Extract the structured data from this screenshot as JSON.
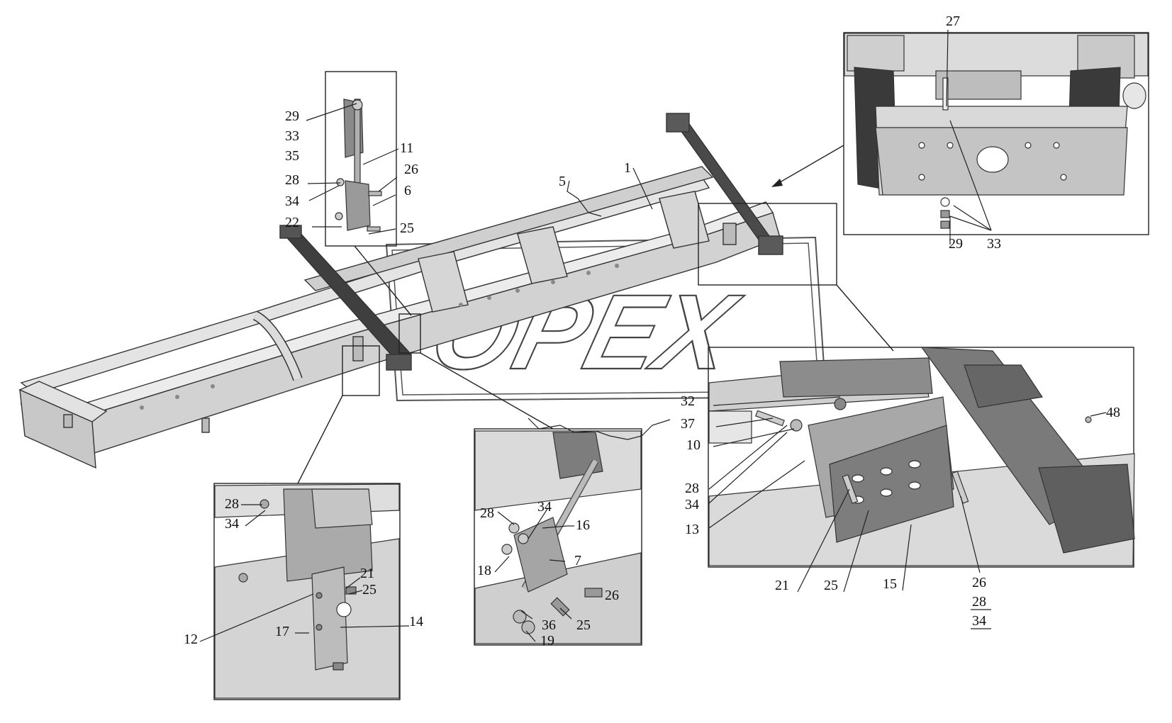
{
  "watermark": "OPEX",
  "callouts": {
    "top_detail": [
      "29",
      "33",
      "35",
      "11",
      "26",
      "28",
      "34",
      "6",
      "22",
      "25"
    ],
    "main_frame": [
      "5",
      "1"
    ],
    "top_right_detail": [
      "27",
      "29",
      "33"
    ],
    "right_detail": [
      "32",
      "37",
      "10",
      "28",
      "34",
      "13",
      "48",
      "21",
      "25",
      "15",
      "26",
      "28",
      "34"
    ],
    "left_detail": [
      "28",
      "34",
      "21",
      "25",
      "12",
      "17",
      "14"
    ],
    "center_detail": [
      "28",
      "34",
      "16",
      "7",
      "18",
      "26",
      "36",
      "25",
      "19"
    ]
  }
}
